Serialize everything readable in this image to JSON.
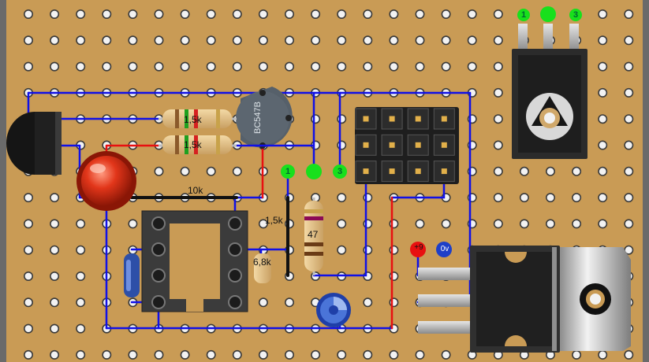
{
  "resistors": {
    "r1": "1,5k",
    "r2": "1,5k",
    "r3": "10k",
    "r4": "1,5k",
    "r5": "47",
    "r6": "6,8k"
  },
  "transistor": {
    "part": "BC547B"
  },
  "pot_pins": {
    "p1": "1",
    "p3": "3"
  },
  "regulator_pins": {
    "p1": "1",
    "p3": "3"
  },
  "power": {
    "positive": "+9",
    "ground": "0v"
  },
  "colors": {
    "board": "#c99b55",
    "hole": "#f2f2f2",
    "wire_blue": "#1010e8",
    "wire_red": "#e81010",
    "wire_black": "#111111",
    "pin_green": "#18e01c"
  }
}
